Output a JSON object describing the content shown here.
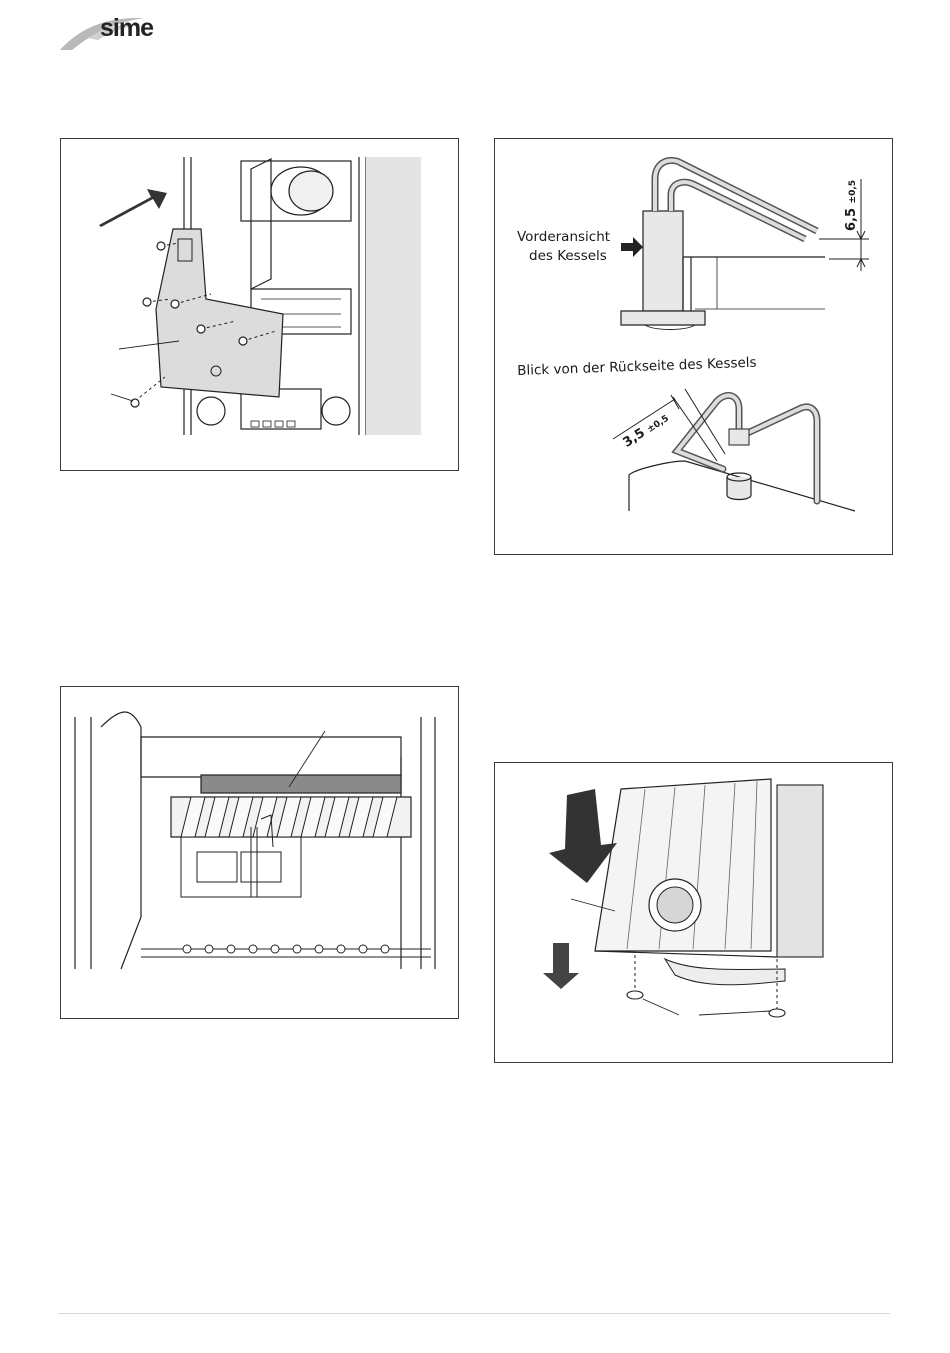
{
  "brand": {
    "name": "sime"
  },
  "figure_top_right": {
    "front_view_label_line1": "Vorderansicht",
    "front_view_label_line2": "des Kessels",
    "rear_view_label": "Blick von der Rückseite des Kessels",
    "dimension_front_main": "6,5",
    "dimension_front_tol": "±0,5",
    "dimension_rear_main": "3,5",
    "dimension_rear_tol": "±0,5"
  }
}
